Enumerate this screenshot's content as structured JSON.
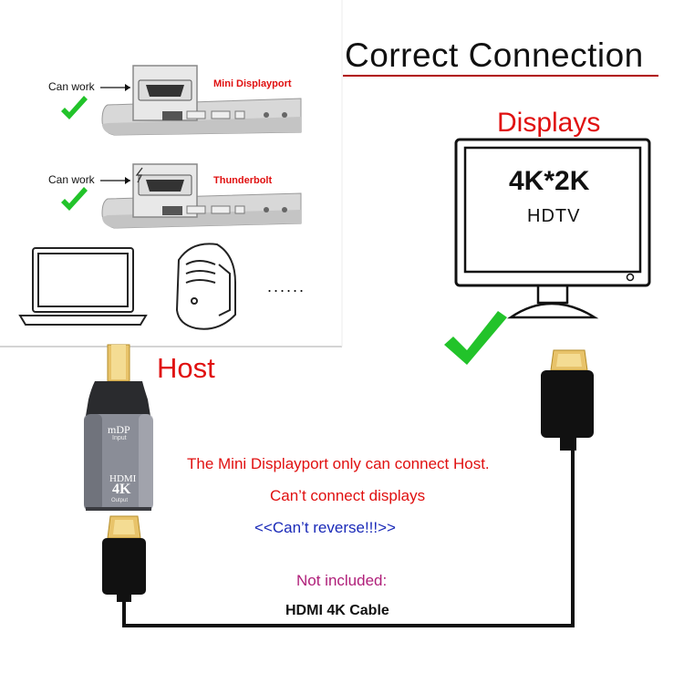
{
  "title": "Correct Connection",
  "displays_label": "Displays",
  "host_label": "Host",
  "host_rows": [
    {
      "status": "Can work",
      "port": "Mini Displayport"
    },
    {
      "status": "Can work",
      "port": "Thunderbolt"
    }
  ],
  "ellipsis": "......",
  "tv": {
    "resolution": "4K*2K",
    "type": "HDTV"
  },
  "adapter": {
    "input_label": "mDP",
    "input_sub": "Input",
    "output_label": "HDMI",
    "output_res": "4K",
    "output_sub": "Output"
  },
  "notes": {
    "line1": "The Mini Displayport only can connect Host.",
    "line2": "Can’t connect displays",
    "line3": "<<Can’t reverse!!!>>",
    "not_included": "Not included:",
    "cable": "HDMI 4K Cable"
  },
  "colors": {
    "red": "#e01010",
    "blue": "#1a2ab8",
    "check": "#22c32a",
    "magenta": "#b0207a"
  }
}
